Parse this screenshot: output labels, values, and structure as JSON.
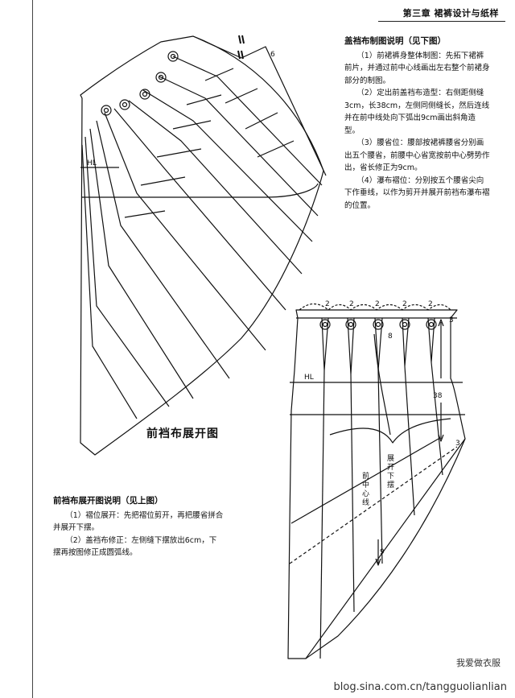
{
  "header": {
    "text": "第三章 裙裤设计与纸样"
  },
  "top_notes": {
    "title": "盖裆布制图说明（见下图）",
    "paragraphs": [
      "（1）前裙裤身整体制图：先拓下裙裤前片，并通过前中心线画出左右整个前裙身部分的制图。",
      "（2）定出前盖裆布造型：右侧距侧缝3cm，长38cm，左侧同侧缝长，然后连线并在前中线处向下弧出9cm画出斜角造型。",
      "（3）腰省位：腰部按裙裤腰省分别画出五个腰省，前腰中心省宽按前中心劈势作出，省长修正为9cm。",
      "（4）瀑布褶位：分别按五个腰省尖向下作垂线，以作为剪开并展开前裆布瀑布褶的位置。"
    ]
  },
  "caption_expanded": "前裆布展开图",
  "bottom_notes": {
    "title": "前裆布展开图说明（见上图）",
    "paragraphs": [
      "（1）褶位展开：先把褶位剪开，再把腰省拼合并展开下摆。",
      "（2）盖裆布修正：左侧缝下摆放出6cm，下摆再按图修正成圆弧线。"
    ]
  },
  "labels": {
    "hl_top": "HL",
    "hl_bottom": "HL",
    "six": "6",
    "twos": [
      "2",
      "2",
      "2",
      "2",
      "2"
    ],
    "three_top": "3",
    "eight": "8",
    "thirtyeight": "38",
    "three_side": "3",
    "nine": "9",
    "zhankai": [
      "展",
      "开",
      "下",
      "摆"
    ],
    "qianzhong": [
      "前",
      "中",
      "心",
      "线"
    ]
  },
  "watermark": {
    "account": "我爱做衣服",
    "url": "blog.sina.com.cn/tangguolianlian"
  }
}
